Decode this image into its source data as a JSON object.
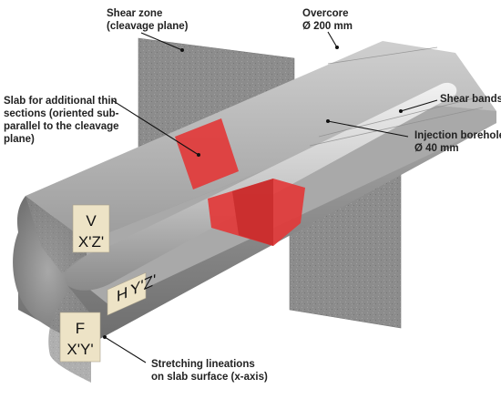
{
  "labels": {
    "shear_zone": [
      "Shear zone",
      "(cleavage plane)"
    ],
    "overcore": [
      "Overcore",
      "Ø 200 mm"
    ],
    "slab": [
      "Slab for additional thin",
      "sections (oriented sub-",
      "parallel to the cleavage",
      "plane)"
    ],
    "shear_bands": "Shear bands",
    "injection_borehole": [
      "Injection borehole",
      "Ø 40 mm"
    ],
    "stretching": [
      "Stretching lineations",
      "on slab surface (x-axis)"
    ]
  },
  "face_tags": {
    "v": [
      "V",
      "X'Z'"
    ],
    "h": [
      "H",
      "Y'Z'"
    ],
    "f": [
      "F",
      "X'Y'"
    ]
  },
  "colors": {
    "plane": "#8a8a8a",
    "core": "#b4b4b4",
    "core_dark": "#7e7e7e",
    "slab_red": "#e23a3a",
    "tag_bg": "#ede3c6",
    "leader": "#111111"
  }
}
